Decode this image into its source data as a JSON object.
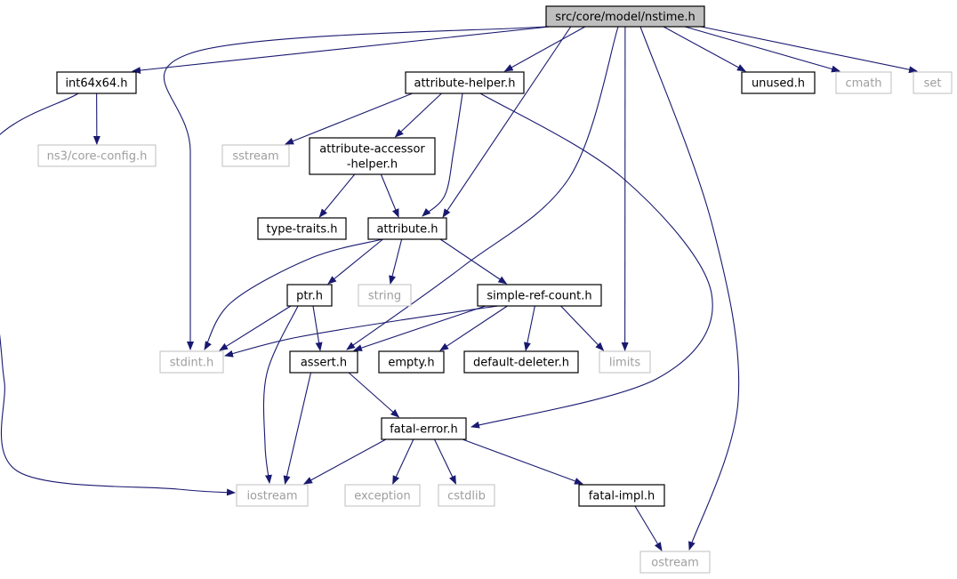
{
  "diagram": {
    "type": "include-dependency-graph",
    "colors": {
      "edge": "#191970",
      "node_border": "#000000",
      "external_border": "#bfbfbf",
      "external_text": "#9e9e9e",
      "root_fill": "#bfbfbf"
    },
    "nodes": [
      {
        "id": "nstime",
        "label": "src/core/model/nstime.h",
        "kind": "root"
      },
      {
        "id": "int64x64",
        "label": "int64x64.h",
        "kind": "internal"
      },
      {
        "id": "attribute-helper",
        "label": "attribute-helper.h",
        "kind": "internal"
      },
      {
        "id": "unused",
        "label": "unused.h",
        "kind": "internal"
      },
      {
        "id": "cmath",
        "label": "cmath",
        "kind": "external"
      },
      {
        "id": "set",
        "label": "set",
        "kind": "external"
      },
      {
        "id": "core-config",
        "label": "ns3/core-config.h",
        "kind": "external"
      },
      {
        "id": "sstream",
        "label": "sstream",
        "kind": "external"
      },
      {
        "id": "attribute-accessor-helper",
        "label": "attribute-accessor\n-helper.h",
        "kind": "internal"
      },
      {
        "id": "type-traits",
        "label": "type-traits.h",
        "kind": "internal"
      },
      {
        "id": "attribute",
        "label": "attribute.h",
        "kind": "internal"
      },
      {
        "id": "ptr",
        "label": "ptr.h",
        "kind": "internal"
      },
      {
        "id": "string",
        "label": "string",
        "kind": "external"
      },
      {
        "id": "simple-ref-count",
        "label": "simple-ref-count.h",
        "kind": "internal"
      },
      {
        "id": "stdint",
        "label": "stdint.h",
        "kind": "external"
      },
      {
        "id": "assert",
        "label": "assert.h",
        "kind": "internal"
      },
      {
        "id": "empty",
        "label": "empty.h",
        "kind": "internal"
      },
      {
        "id": "default-deleter",
        "label": "default-deleter.h",
        "kind": "internal"
      },
      {
        "id": "limits",
        "label": "limits",
        "kind": "external"
      },
      {
        "id": "fatal-error",
        "label": "fatal-error.h",
        "kind": "internal"
      },
      {
        "id": "iostream",
        "label": "iostream",
        "kind": "external"
      },
      {
        "id": "exception",
        "label": "exception",
        "kind": "external"
      },
      {
        "id": "cstdlib",
        "label": "cstdlib",
        "kind": "external"
      },
      {
        "id": "fatal-impl",
        "label": "fatal-impl.h",
        "kind": "internal"
      },
      {
        "id": "ostream",
        "label": "ostream",
        "kind": "external"
      }
    ],
    "edges": [
      [
        "nstime",
        "int64x64"
      ],
      [
        "nstime",
        "attribute-helper"
      ],
      [
        "nstime",
        "unused"
      ],
      [
        "nstime",
        "cmath"
      ],
      [
        "nstime",
        "set"
      ],
      [
        "nstime",
        "stdint"
      ],
      [
        "nstime",
        "attribute"
      ],
      [
        "nstime",
        "assert"
      ],
      [
        "nstime",
        "limits"
      ],
      [
        "nstime",
        "ostream"
      ],
      [
        "int64x64",
        "core-config"
      ],
      [
        "int64x64",
        "iostream"
      ],
      [
        "attribute-helper",
        "sstream"
      ],
      [
        "attribute-helper",
        "attribute-accessor-helper"
      ],
      [
        "attribute-helper",
        "attribute"
      ],
      [
        "attribute-helper",
        "fatal-error"
      ],
      [
        "attribute-accessor-helper",
        "type-traits"
      ],
      [
        "attribute-accessor-helper",
        "attribute"
      ],
      [
        "attribute",
        "stdint"
      ],
      [
        "attribute",
        "ptr"
      ],
      [
        "attribute",
        "string"
      ],
      [
        "attribute",
        "simple-ref-count"
      ],
      [
        "ptr",
        "stdint"
      ],
      [
        "ptr",
        "assert"
      ],
      [
        "ptr",
        "iostream"
      ],
      [
        "simple-ref-count",
        "stdint"
      ],
      [
        "simple-ref-count",
        "assert"
      ],
      [
        "simple-ref-count",
        "empty"
      ],
      [
        "simple-ref-count",
        "default-deleter"
      ],
      [
        "simple-ref-count",
        "limits"
      ],
      [
        "assert",
        "iostream"
      ],
      [
        "assert",
        "fatal-error"
      ],
      [
        "fatal-error",
        "iostream"
      ],
      [
        "fatal-error",
        "exception"
      ],
      [
        "fatal-error",
        "cstdlib"
      ],
      [
        "fatal-error",
        "fatal-impl"
      ],
      [
        "fatal-impl",
        "ostream"
      ]
    ]
  }
}
